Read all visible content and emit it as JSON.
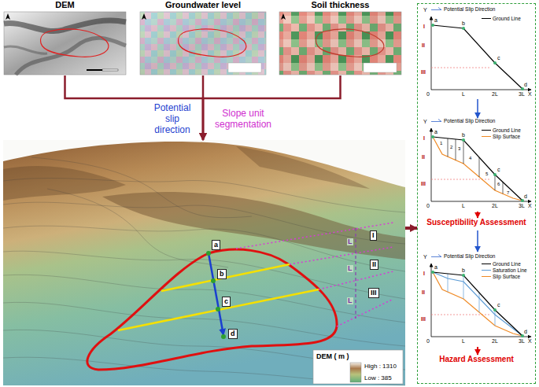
{
  "diagram": {
    "nodes": [
      {
        "text": [
          "DEM"
        ]
      },
      {
        "text": [
          "Groundwater level"
        ]
      },
      {
        "text": [
          "Soil thickness"
        ]
      },
      {
        "text": [
          "a",
          "b",
          "c",
          "d",
          "I",
          "II",
          "III",
          "L",
          "L",
          "L",
          "DEM ( m )",
          "High : 1310",
          "Low : 385"
        ]
      },
      {
        "text": [
          "Susceptibility Assessment",
          "Hazard Assessment"
        ]
      },
      {
        "text": [
          "Y",
          "a",
          "b",
          "c",
          "d",
          "I",
          "II",
          "III",
          "0",
          "L",
          "2L",
          "3L",
          "X"
        ],
        "in": 4
      },
      {
        "text": [
          "Y",
          "a",
          "b",
          "c",
          "d",
          "I",
          "II",
          "III",
          "0",
          "L",
          "2L",
          "3L",
          "X",
          "1",
          "2",
          "3",
          "4",
          "5",
          "6",
          "7"
        ],
        "in": 4
      },
      {
        "text": [
          "Y",
          "a",
          "b",
          "c",
          "d",
          "I",
          "II",
          "III",
          "0",
          "L",
          "2L",
          "3L",
          "X"
        ],
        "in": 4
      }
    ],
    "edges": [
      {
        "from": 0,
        "to": 3,
        "arrow": "to"
      },
      {
        "from": 1,
        "to": 3,
        "arrow": "to"
      },
      {
        "from": 2,
        "to": 3,
        "arrow": "to"
      },
      {
        "from": 3,
        "to": 4,
        "arrow": "to"
      },
      {
        "from": 5,
        "to": 6,
        "arrow": "to"
      }
    ],
    "labels": [
      "Potential slip direction",
      "Slope unit segmentation"
    ],
    "legend": [
      {
        "text": "Potential Slip Direction"
      },
      {
        "text": "Ground Line"
      },
      {
        "text": "Potential Slip Direction"
      },
      {
        "text": "Ground Line"
      },
      {
        "text": "Slip Surface"
      },
      {
        "text": "Potential Slip Direction"
      },
      {
        "text": "Ground Line"
      },
      {
        "text": "Saturation Line"
      },
      {
        "text": "Slip Surface"
      }
    ]
  }
}
